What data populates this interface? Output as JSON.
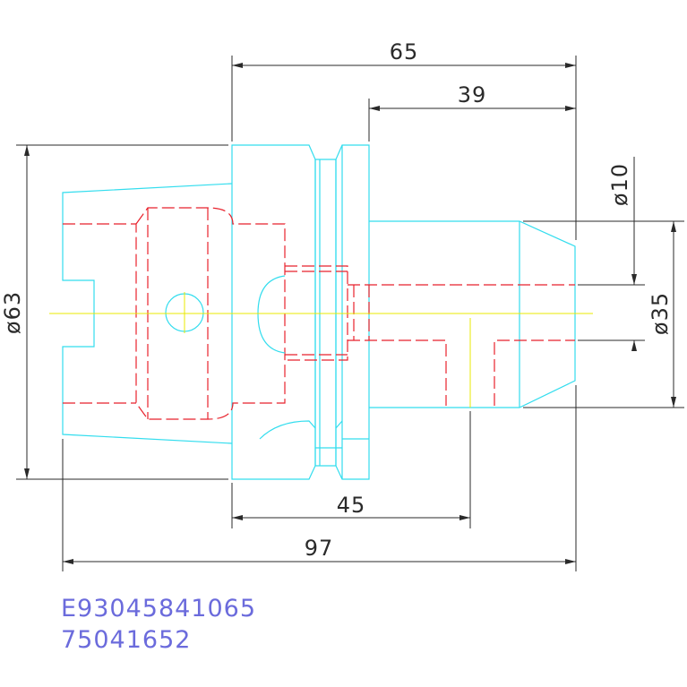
{
  "colors": {
    "outline": "#33ddee",
    "hidden": "#e8222c",
    "center": "#e8e800",
    "dimension": "#2a2a2a",
    "code": "#6b6bdc"
  },
  "dimensions": {
    "top_length": "65",
    "upper_length": "39",
    "left_diameter": "ø63",
    "small_diameter": "ø10",
    "right_diameter": "ø35",
    "mid_length": "45",
    "total_length": "97"
  },
  "codes": {
    "line1": "E93045841065",
    "line2": "75041652"
  }
}
